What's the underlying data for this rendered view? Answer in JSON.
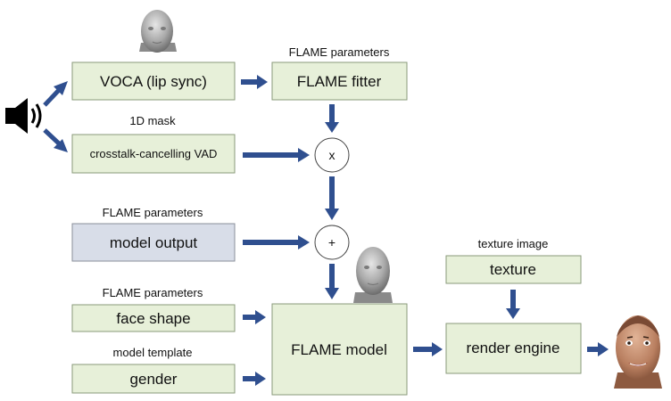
{
  "boxes": {
    "voca": "VOCA (lip sync)",
    "flame_fitter": "FLAME fitter",
    "vad": "crosstalk-cancelling VAD",
    "model_output": "model output",
    "face_shape": "face shape",
    "gender": "gender",
    "flame_model": "FLAME model",
    "texture": "texture",
    "render_engine": "render engine"
  },
  "captions": {
    "flame_params_top": "FLAME parameters",
    "mask_1d": "1D mask",
    "flame_params_mid": "FLAME parameters",
    "flame_params_low": "FLAME parameters",
    "model_template": "model template",
    "texture_image": "texture image"
  },
  "operators": {
    "multiply": "x",
    "add": "+"
  },
  "icons": [
    "speaker-icon",
    "gray-head-icon",
    "gray-head-icon",
    "textured-face-icon"
  ],
  "colors": {
    "box_fill": "#e7f0d9",
    "model_output_fill": "#d8dde8",
    "arrow": "#2f4f8f"
  }
}
